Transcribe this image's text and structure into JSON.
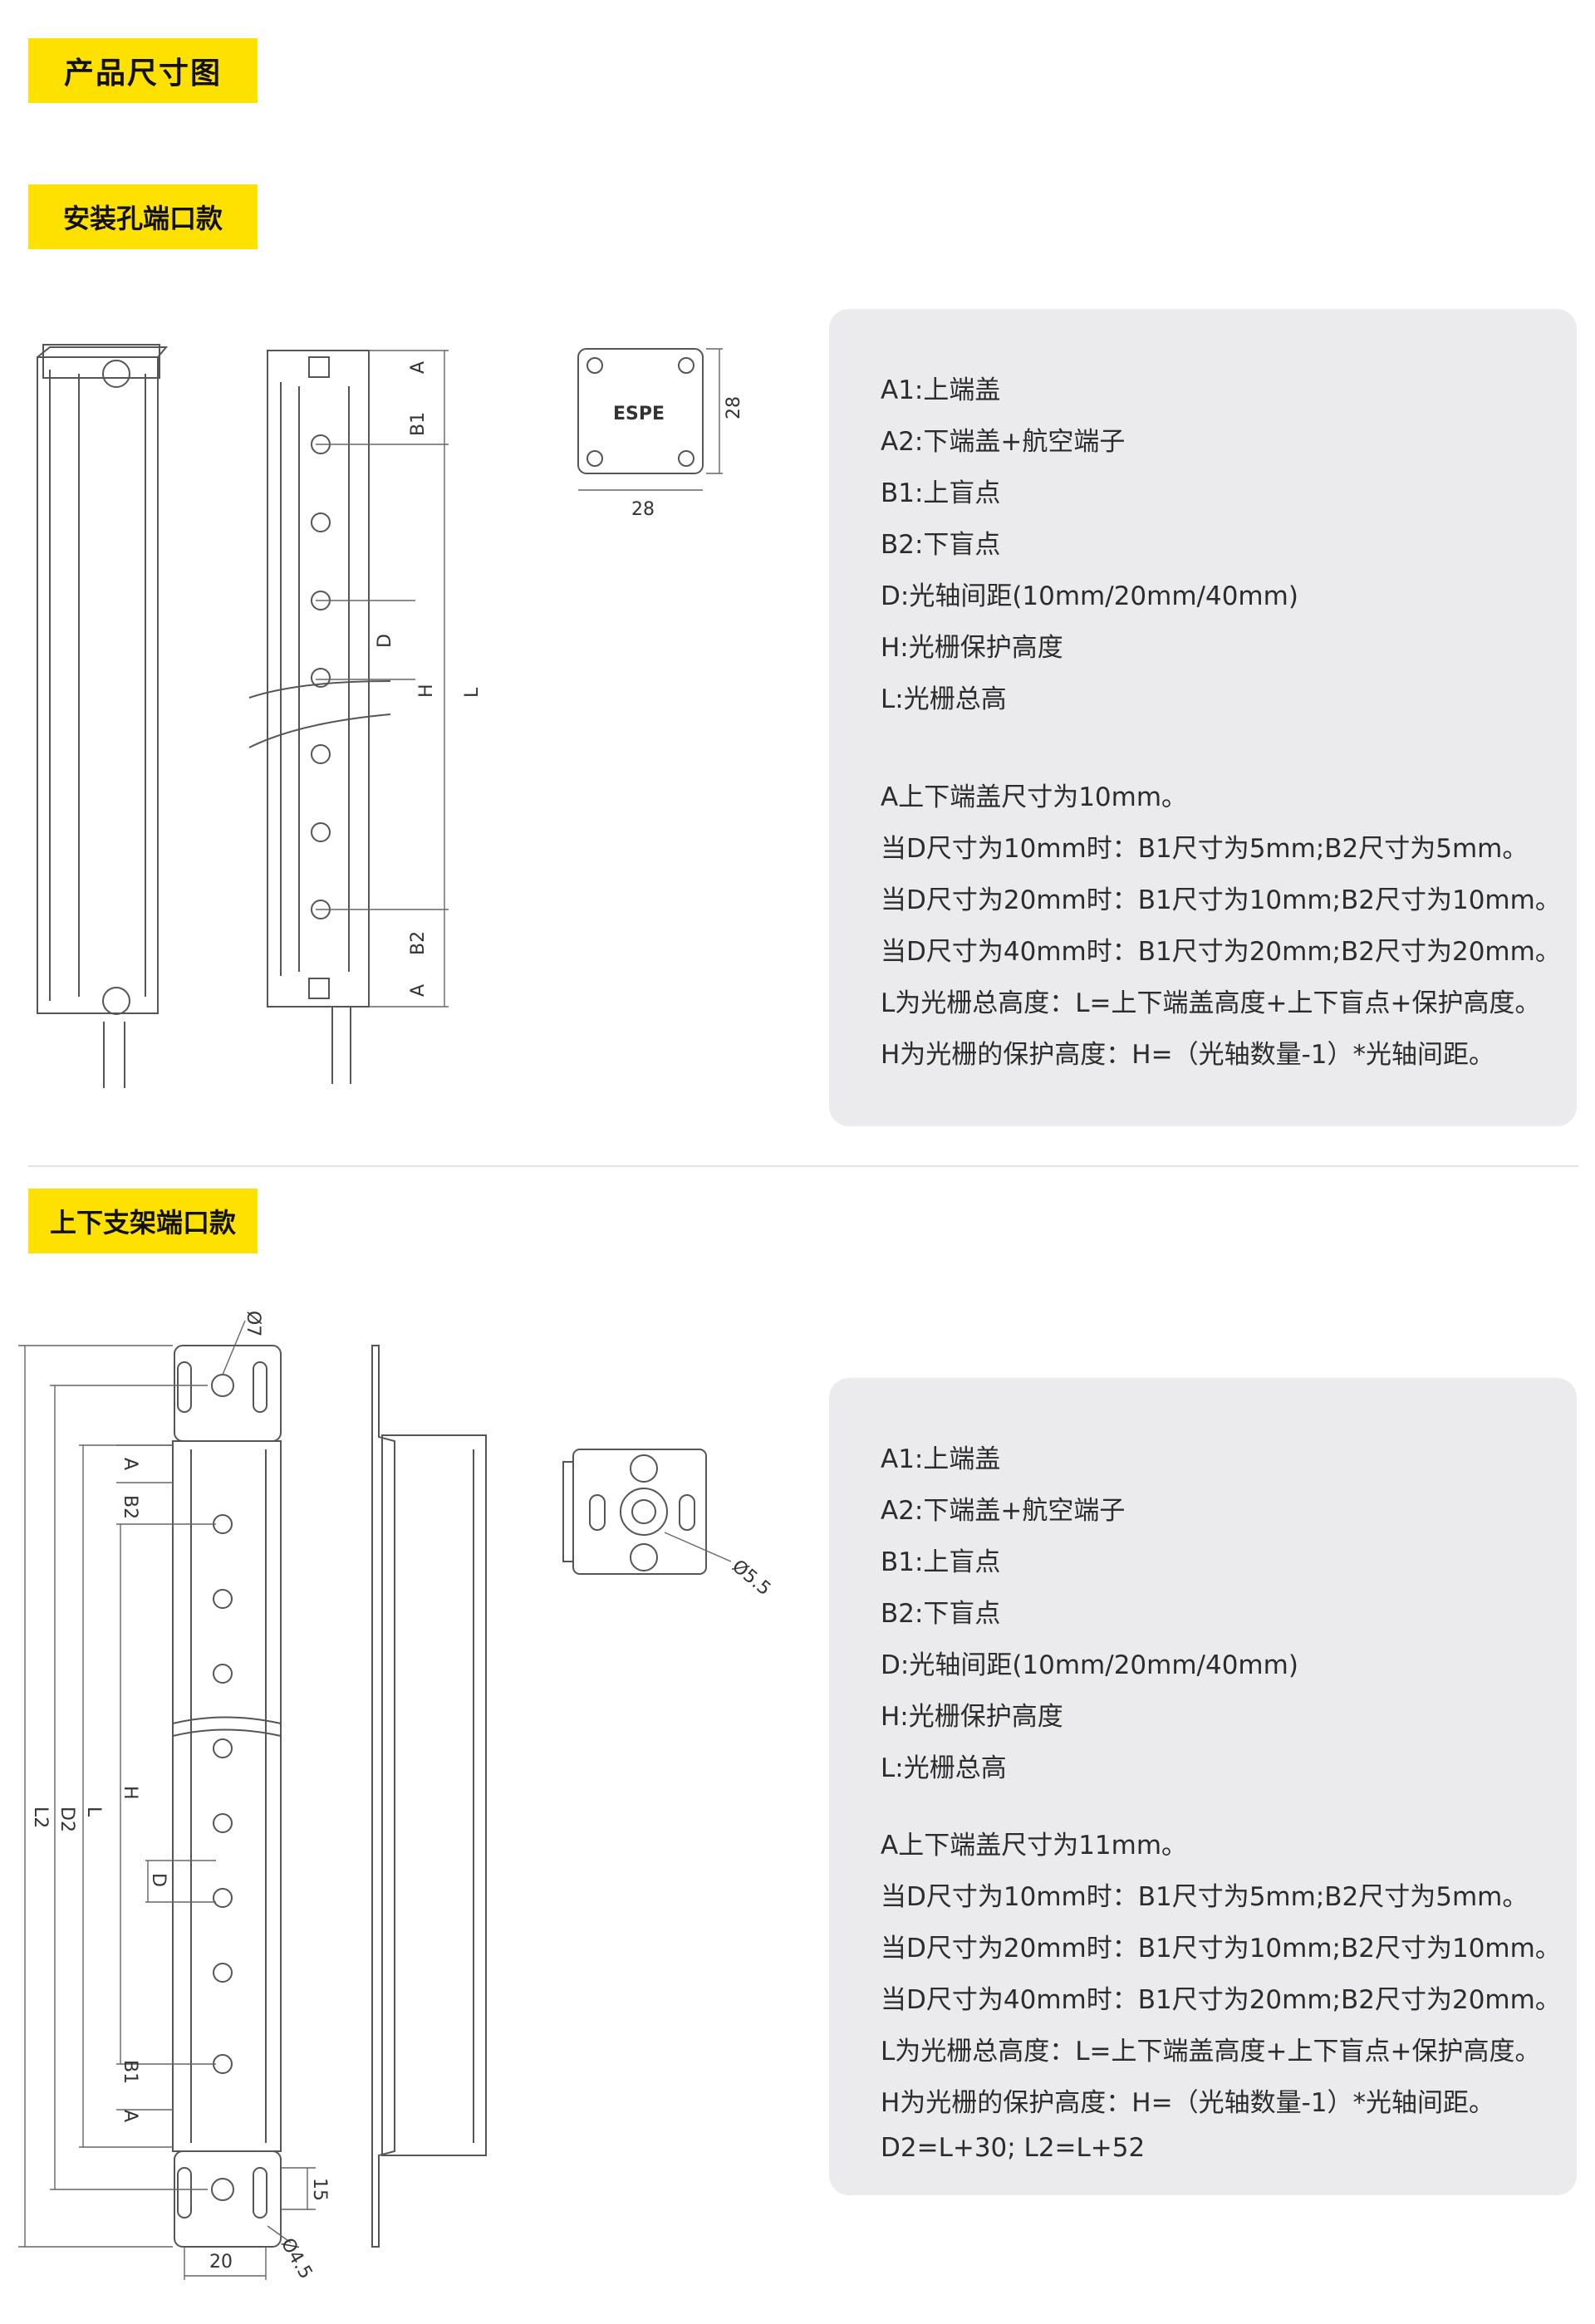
{
  "title": "产品尺寸图",
  "section1": {
    "tag": "安装孔端口款",
    "drawing": {
      "labels": [
        "A",
        "B1",
        "D",
        "H",
        "L",
        "B2",
        "A"
      ],
      "top_view_w": "28",
      "top_view_h": "28",
      "logo": "ESPE"
    },
    "spec": {
      "legend": [
        "A1:上端盖",
        "A2:下端盖+航空端子",
        "B1:上盲点",
        "B2:下盲点",
        "D:光轴间距(10mm/20mm/40mm)",
        "H:光栅保护高度",
        "L:光栅总高"
      ],
      "notes": [
        "A上下端盖尺寸为10mm。",
        "当D尺寸为10mm时：B1尺寸为5mm;B2尺寸为5mm。",
        "当D尺寸为20mm时：B1尺寸为10mm;B2尺寸为10mm。",
        "当D尺寸为40mm时：B1尺寸为20mm;B2尺寸为20mm。",
        "L为光栅总高度：L=上下端盖高度+上下盲点+保护高度。",
        "H为光栅的保护高度：H=（光轴数量-1）*光轴间距。"
      ]
    }
  },
  "section2": {
    "tag": "上下支架端口款",
    "drawing": {
      "dia_top": "Ø7",
      "dia_side": "Ø5.5",
      "dia_bottom": "Ø4.5",
      "width": "20",
      "height": "15",
      "labels": [
        "L2",
        "D2",
        "L",
        "H",
        "D",
        "A",
        "B2",
        "B1",
        "A"
      ]
    },
    "spec": {
      "legend": [
        "A1:上端盖",
        "A2:下端盖+航空端子",
        "B1:上盲点",
        "B2:下盲点",
        "D:光轴间距(10mm/20mm/40mm)",
        "H:光栅保护高度",
        "L:光栅总高"
      ],
      "notes": [
        "A上下端盖尺寸为11mm。",
        "当D尺寸为10mm时：B1尺寸为5mm;B2尺寸为5mm。",
        "当D尺寸为20mm时：B1尺寸为10mm;B2尺寸为10mm。",
        "当D尺寸为40mm时：B1尺寸为20mm;B2尺寸为20mm。",
        "L为光栅总高度：L=上下端盖高度+上下盲点+保护高度。",
        "H为光栅的保护高度：H=（光轴数量-1）*光轴间距。",
        "D2=L+30; L2=L+52"
      ]
    }
  }
}
